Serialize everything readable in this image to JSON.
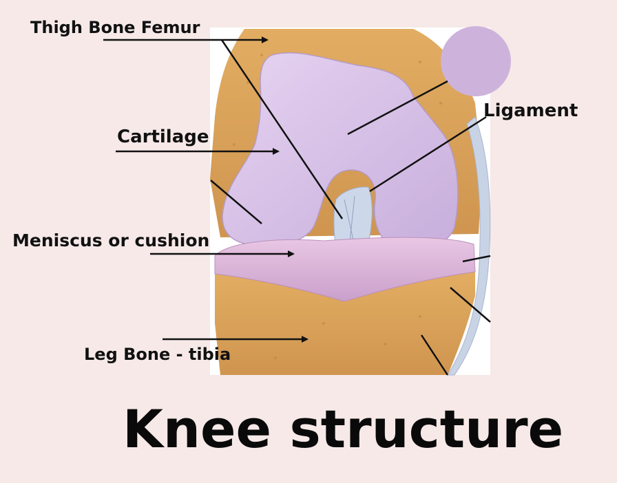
{
  "title": "Knee structure",
  "labels": {
    "femur": "Thigh Bone Femur",
    "ligament": "Ligament",
    "cartilage": "Cartilage",
    "meniscus": "Meniscus or cushion",
    "tibia": "Leg Bone - tibia"
  },
  "colors": {
    "background": "#f6e9e8",
    "bone": "#d9a45e",
    "cartilage": "#d9c2ea",
    "ligament": "#c9d3e6",
    "text": "#111111"
  }
}
